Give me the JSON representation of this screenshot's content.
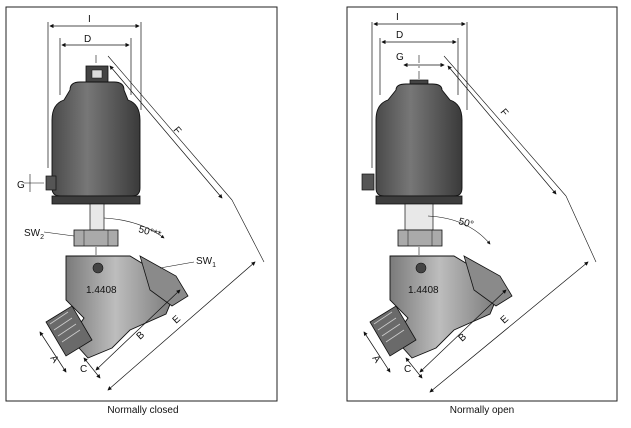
{
  "left_panel": {
    "caption": "Normally closed",
    "dims": {
      "I": "I",
      "D": "D",
      "G": "G",
      "F": "F",
      "E": "E",
      "B": "B",
      "A": "A",
      "C": "C",
      "sw2_main": "SW",
      "sw2_sub": "2",
      "sw1_main": "SW",
      "sw1_sub": "1",
      "angle": "50°**"
    },
    "material": "1.4408"
  },
  "right_panel": {
    "caption": "Normally open",
    "dims": {
      "I": "I",
      "D": "D",
      "G": "G",
      "F": "F",
      "E": "E",
      "B": "B",
      "A": "A",
      "C": "C",
      "angle": "50°"
    },
    "material": "1.4408"
  },
  "colors": {
    "actuator": "#5a5a5a",
    "actuator_dark": "#3d3d3d",
    "body": "#9a9a9a",
    "body_dark": "#6e6e6e",
    "line": "#111111"
  }
}
